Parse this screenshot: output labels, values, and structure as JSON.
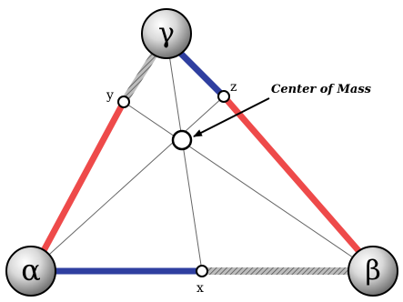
{
  "vertices": {
    "top": "γ",
    "left": "α",
    "right": "β"
  },
  "points": {
    "x": "x",
    "y": "y",
    "z": "z"
  },
  "center_label": "Center of Mass",
  "colors": {
    "red_edge": "#ee4a4a",
    "blue_edge": "#2f3fa0",
    "hatch_edge": "#8c8c8c",
    "thin_line": "#666666",
    "vertex_fill_light": "#ffffff",
    "vertex_fill_dark": "#7a7a7a"
  }
}
